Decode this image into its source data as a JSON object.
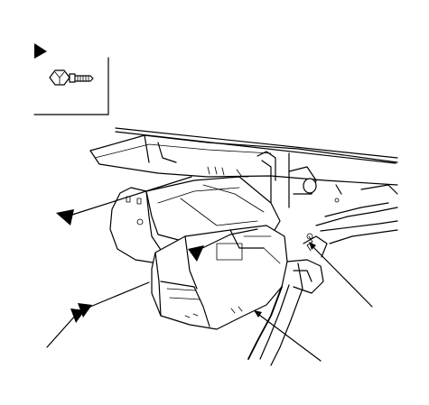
{
  "diagram": {
    "kind": "technical-illustration",
    "subject": "engine-compartment-cover-assembly",
    "line_color": "#000000",
    "background": "#ffffff"
  },
  "legend": {
    "marker_icon": "triangle-pointer-icon",
    "fastener_icon": "flange-bolt-icon",
    "label_text": ""
  },
  "callouts": [
    {
      "id": "callout-upper-left",
      "icon": "triangle-pointer-icon"
    },
    {
      "id": "callout-center",
      "icon": "triangle-pointer-icon"
    },
    {
      "id": "callout-lower-left",
      "icon": "double-triangle-pointer-icon"
    },
    {
      "id": "callout-bottom-right",
      "icon": "leader-line"
    },
    {
      "id": "callout-right",
      "icon": "leader-line"
    }
  ]
}
